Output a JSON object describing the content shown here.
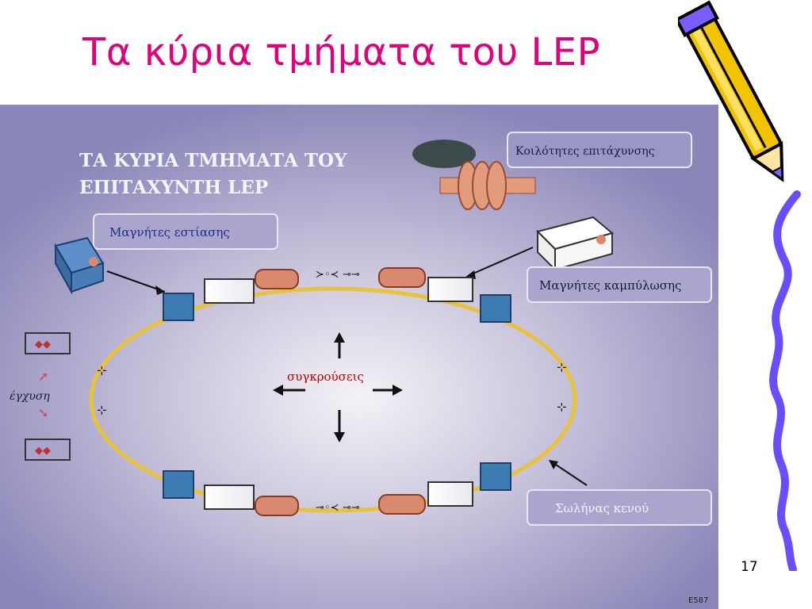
{
  "slide": {
    "title": "Τα κύρια τμήματα του LEP",
    "page_number": "17"
  },
  "diagram": {
    "heading_line1": "ΤΑ ΚΥΡΙΑ ΤΜΗΜΑΤΑ ΤΟΥ",
    "heading_line2": "ΕΠΙΤΑΧΥΝΤΗ  LEP",
    "labels": {
      "cavities": "Κοιλότητες επιτάχυνσης",
      "focusing_magnets": "Μαγνήτες εστίασης",
      "bending_magnets": "Μαγνήτες καμπύλωσης",
      "collisions": "συγκρούσεις",
      "injection": "έγχυση",
      "vacuum_tube": "Σωλήνας κενού"
    },
    "corner_code": "E587"
  },
  "colors": {
    "title": "#e0007a",
    "ring": "#e8c23a",
    "focusing_magnet": "#3d7bb5",
    "cavity": "#d98a6e",
    "pencil_body": "#f2c400",
    "squiggle": "#6a4dff"
  }
}
